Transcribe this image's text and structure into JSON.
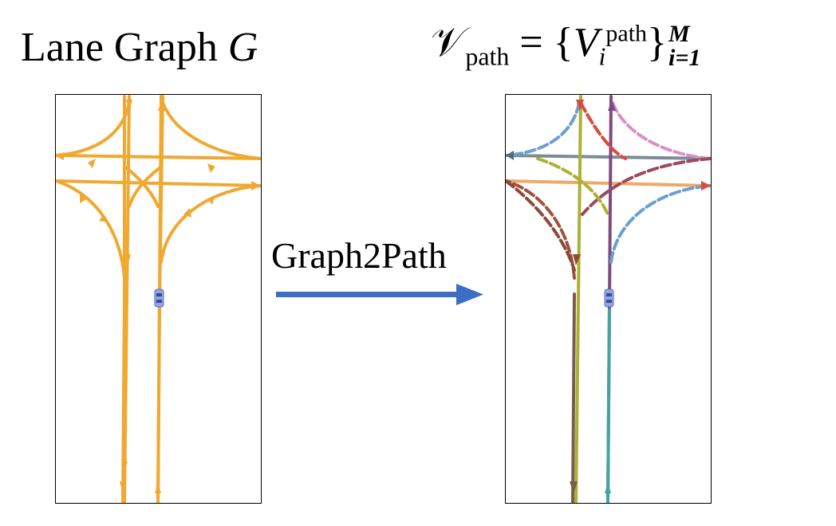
{
  "left_title": {
    "text": "Lane Graph ",
    "symbol": "G"
  },
  "right_title": {
    "set_symbol": "𝒱",
    "set_subscript": "path",
    "equals": " = {",
    "element": "V",
    "element_sub": "i",
    "element_sup": "path",
    "close": "}",
    "range_sub": "i=1",
    "range_sup": "M"
  },
  "operation": {
    "label": "Graph2Path"
  },
  "colors": {
    "lane": "#f0a830",
    "arrow": "#3a6fc4",
    "car": "#8ea7ea",
    "paths": [
      "#2b7bb8",
      "#d94b3f",
      "#7f4a7f",
      "#a9b233",
      "#7a5c48",
      "#42a5a0",
      "#8b9dd1",
      "#d98fc7",
      "#b4aa9d",
      "#5e8f2a",
      "#6a9fcf",
      "#c4893f"
    ]
  },
  "icons": {
    "ego_vehicle": "car-icon",
    "flow_arrow": "right-arrow-icon"
  }
}
